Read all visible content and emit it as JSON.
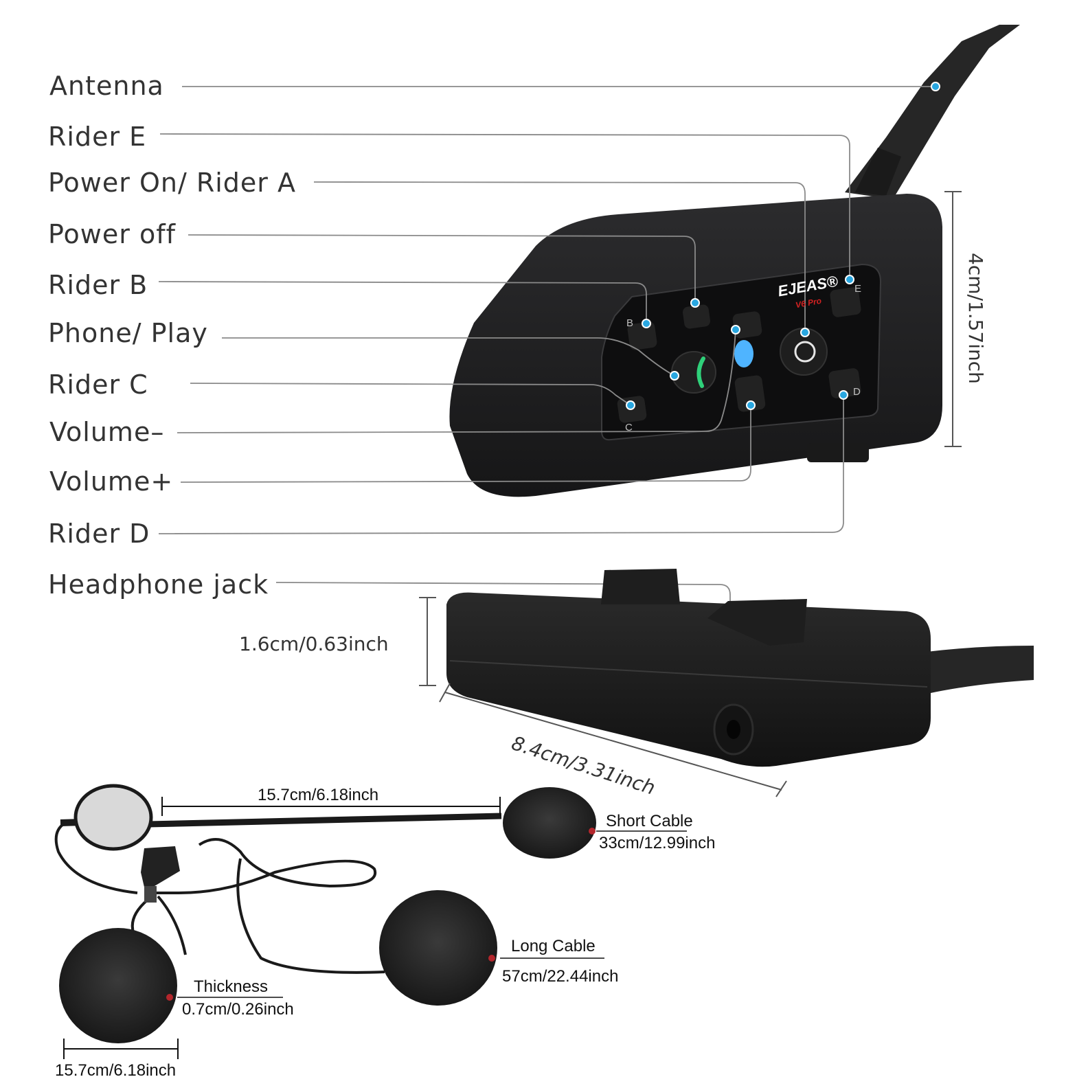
{
  "callouts": {
    "antenna": "Antenna",
    "rider_e": "Rider E",
    "power_on_rider_a": "Power On/ Rider A",
    "power_off": "Power off",
    "rider_b": "Rider B",
    "phone_play": "Phone/ Play",
    "rider_c": "Rider C",
    "volume_minus": "Volume–",
    "volume_plus": "Volume+",
    "rider_d": "Rider D",
    "headphone_jack": "Headphone jack"
  },
  "device": {
    "brand": "EJEAS®",
    "model": "V6 Pro",
    "button_letters": [
      "B",
      "C",
      "E",
      "D"
    ]
  },
  "dimensions": {
    "height": "4cm/1.57inch",
    "thickness": "1.6cm/0.63inch",
    "length": "8.4cm/3.31inch"
  },
  "accessories": {
    "boom_length": "15.7cm/6.18inch",
    "short_cable_title": "Short Cable",
    "short_cable_value": "33cm/12.99inch",
    "long_cable_title": "Long Cable",
    "long_cable_value": "57cm/22.44inch",
    "thickness_title": "Thickness",
    "thickness_value": "0.7cm/0.26inch",
    "speaker_width": "15.7cm/6.18inch"
  },
  "colors": {
    "callout_dot": "#29a7e1",
    "accessory_dot": "#b3262c",
    "device_body": "#1d1d1f",
    "led": "#4fb4ff",
    "phone_icon": "#2fd17a"
  }
}
